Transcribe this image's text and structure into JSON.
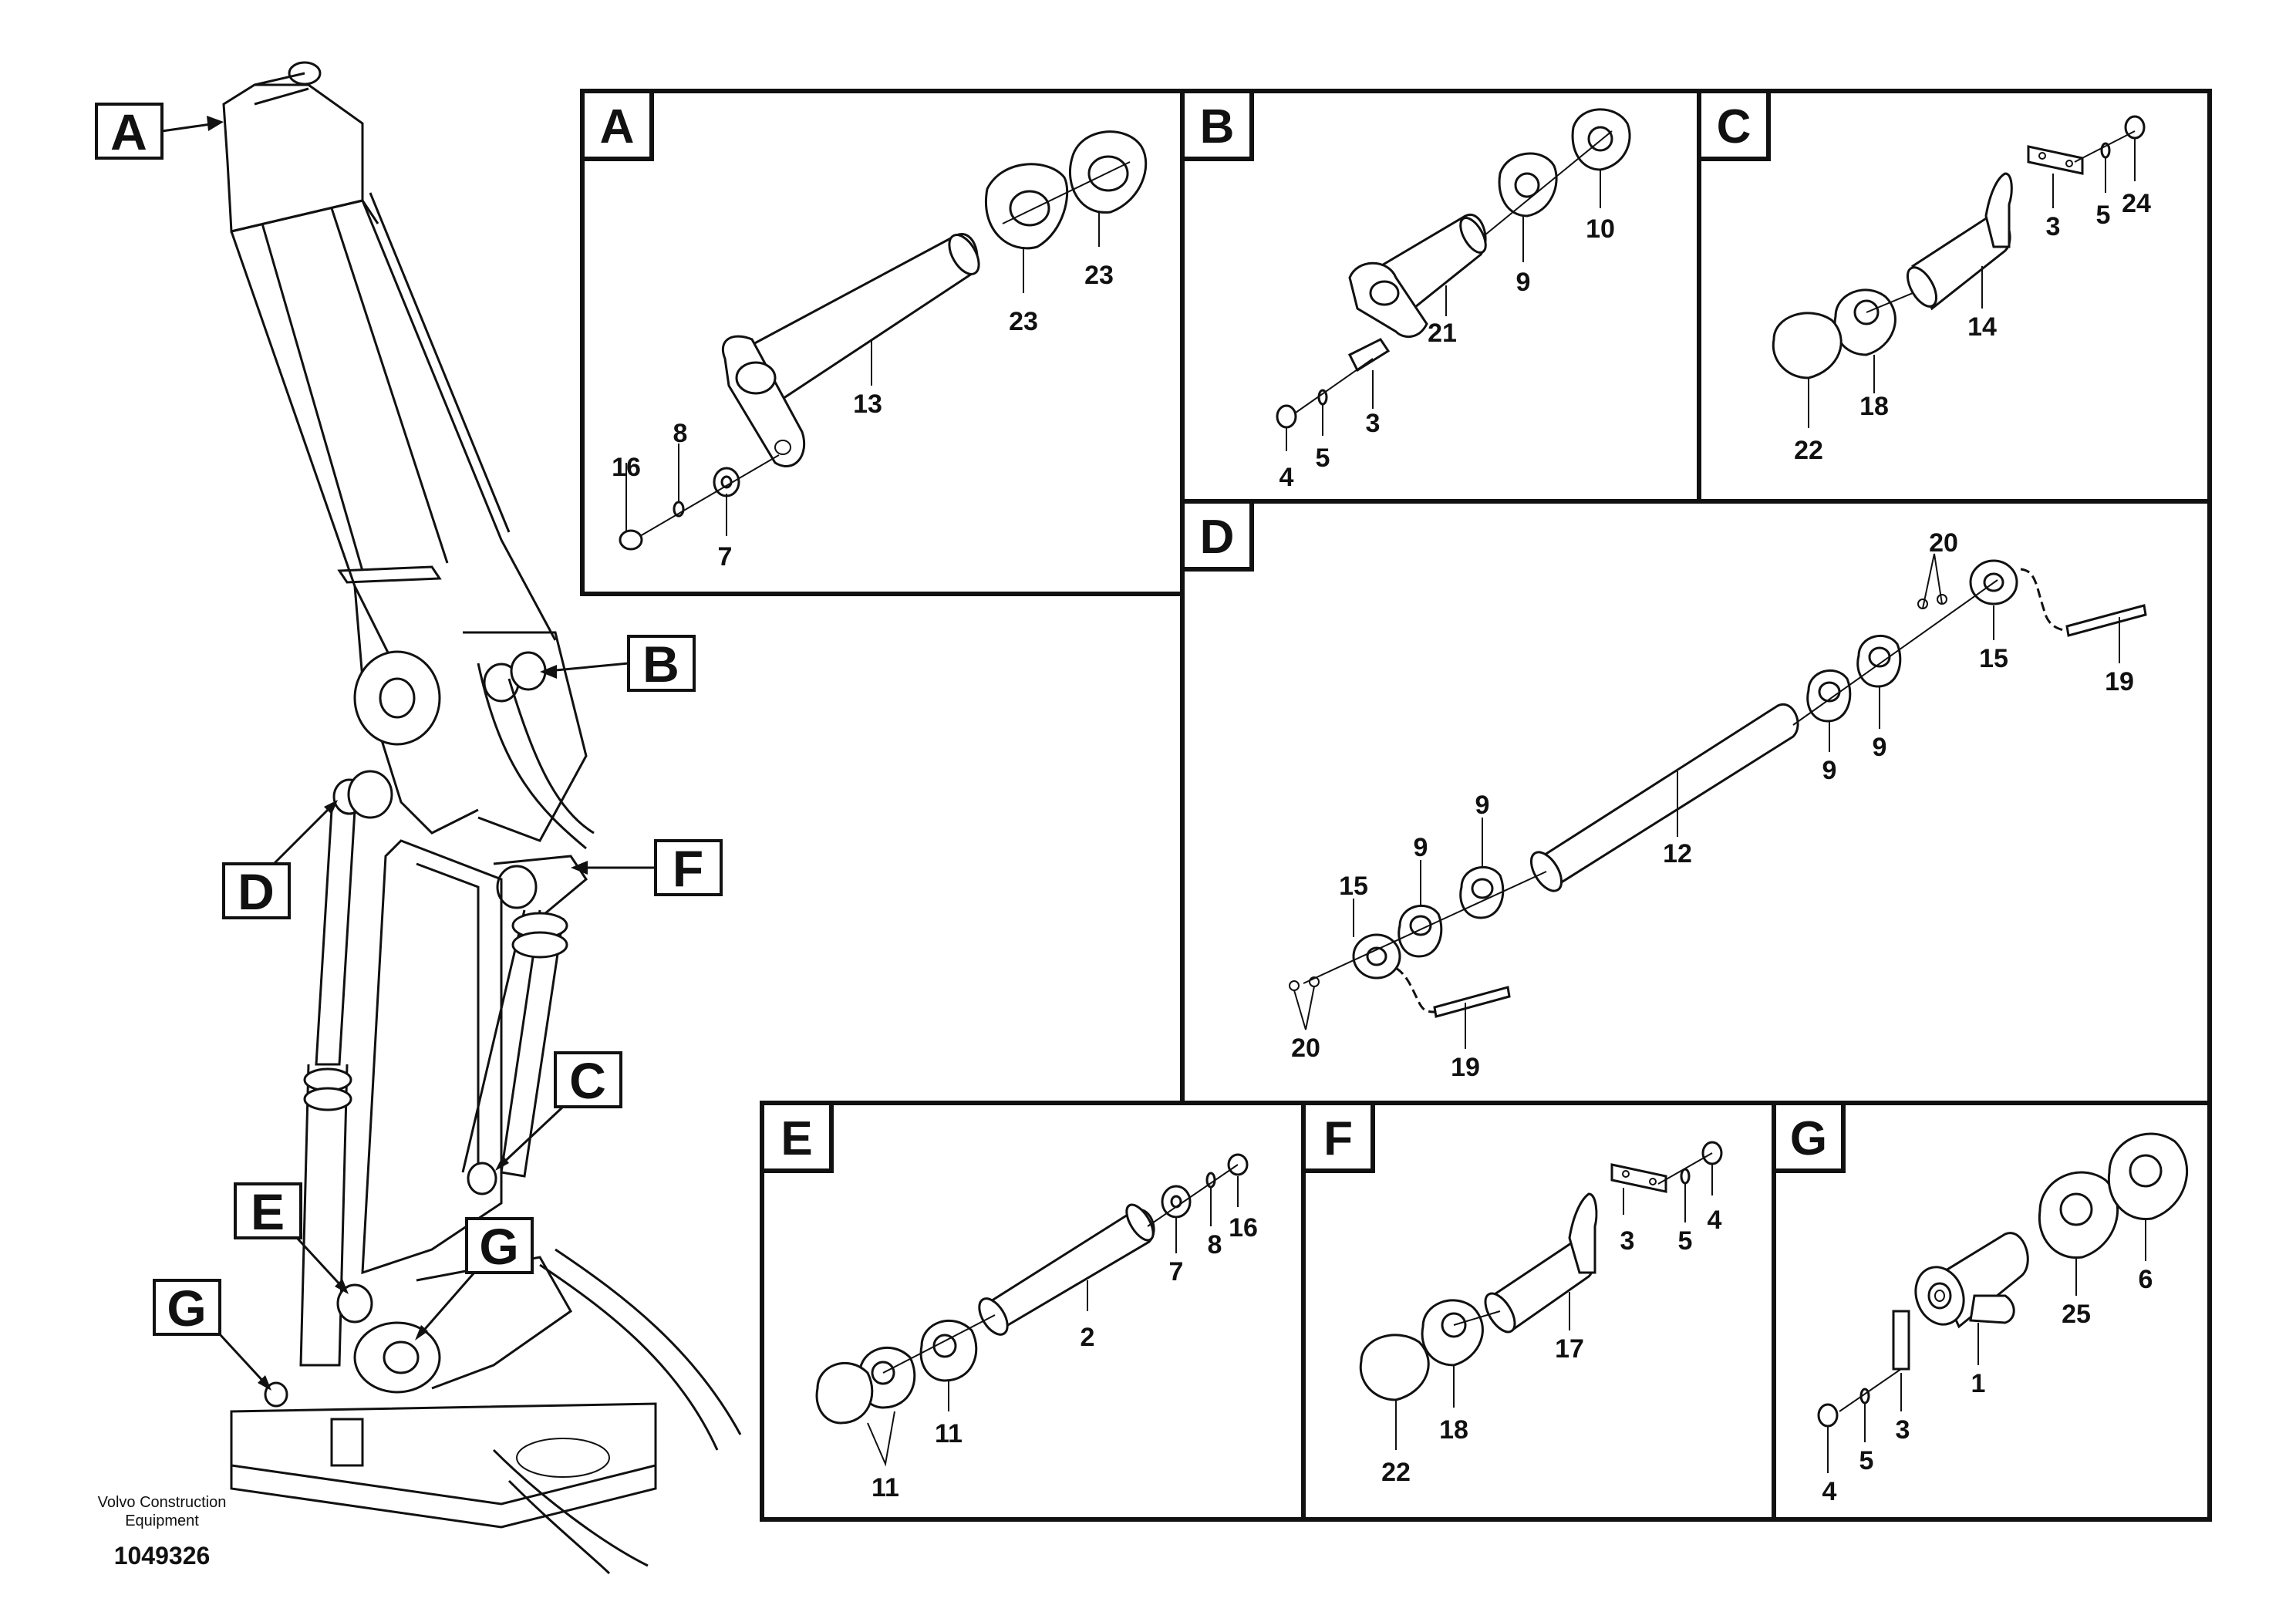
{
  "callouts": {
    "A": "A",
    "B": "B",
    "C": "C",
    "D": "D",
    "E": "E",
    "F": "F",
    "G_left": "G",
    "G_right": "G"
  },
  "panels": {
    "A": {
      "label": "A",
      "items": [
        "13",
        "16",
        "8",
        "7",
        "23",
        "23"
      ]
    },
    "B": {
      "label": "B",
      "items": [
        "21",
        "9",
        "10",
        "3",
        "4",
        "5"
      ]
    },
    "C": {
      "label": "C",
      "items": [
        "3",
        "5",
        "24",
        "14",
        "22",
        "18"
      ]
    },
    "D": {
      "label": "D",
      "items": [
        "20",
        "15",
        "19",
        "9",
        "9",
        "12",
        "9",
        "9",
        "15",
        "20",
        "19"
      ]
    },
    "E": {
      "label": "E",
      "items": [
        "2",
        "7",
        "8",
        "16",
        "11",
        "11"
      ]
    },
    "F": {
      "label": "F",
      "items": [
        "3",
        "5",
        "4",
        "17",
        "18",
        "22"
      ]
    },
    "G": {
      "label": "G",
      "items": [
        "25",
        "6",
        "1",
        "4",
        "5",
        "3"
      ]
    }
  },
  "footer": {
    "company_line1": "Volvo Construction",
    "company_line2": "Equipment",
    "drawing_number": "1049326"
  },
  "colors": {
    "line": "#111111",
    "background": "#ffffff"
  }
}
